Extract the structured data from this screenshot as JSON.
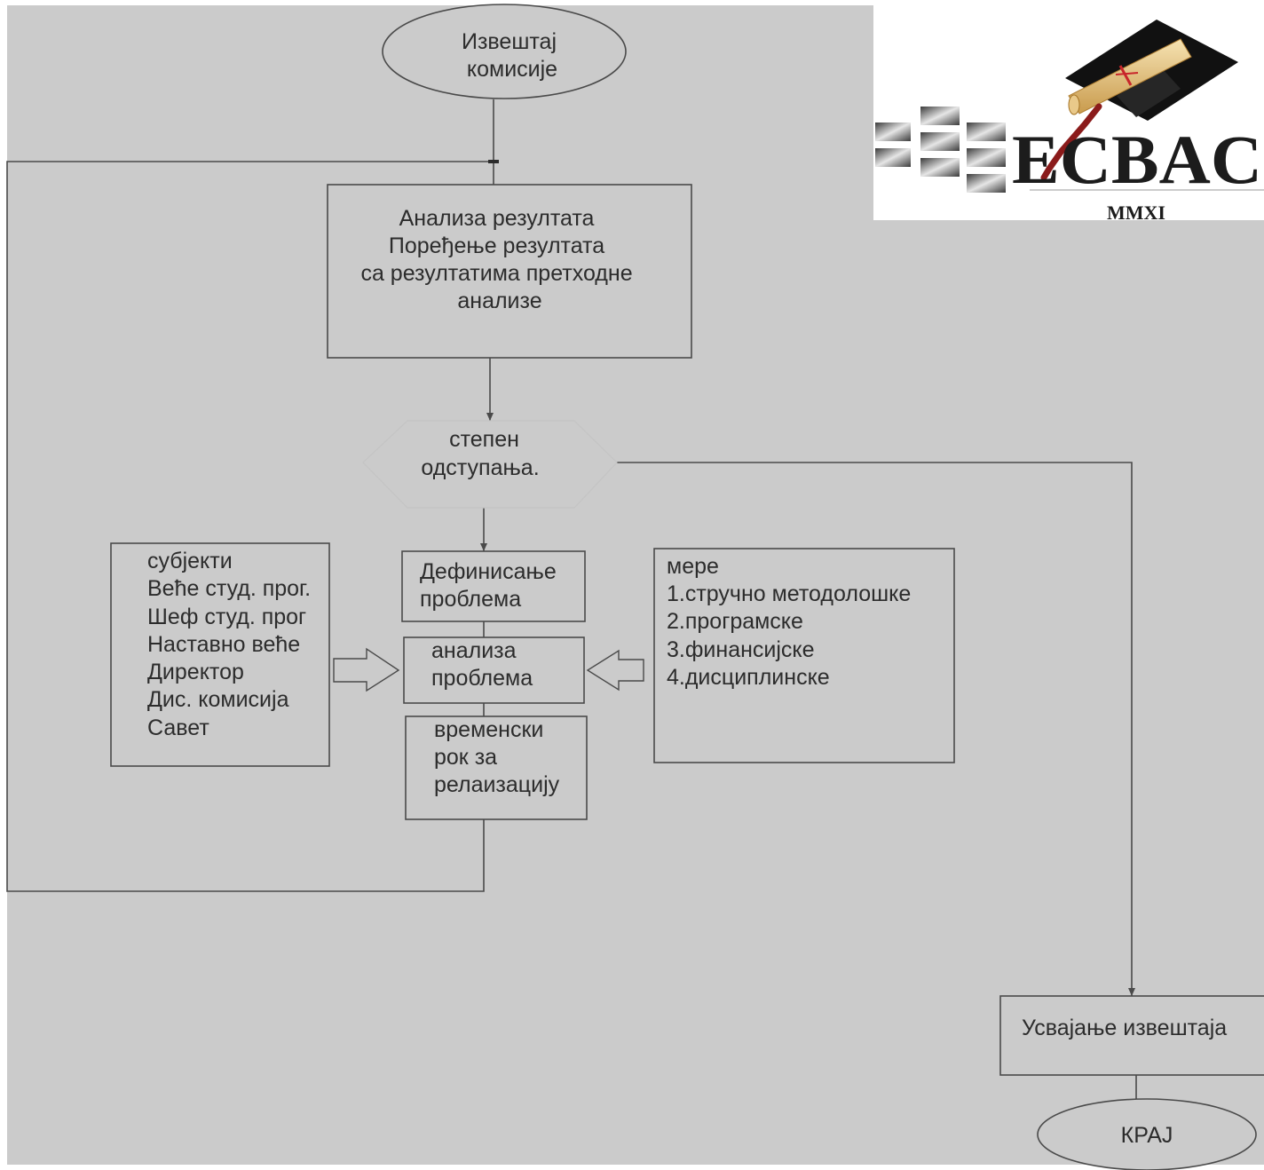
{
  "flowchart": {
    "start": [
      "Извештај",
      "комисије"
    ],
    "analysis": [
      "Анализа резултата",
      "Поређење резултата",
      "са резултатима претходне",
      "анализе"
    ],
    "decision": [
      "степен",
      "одступања."
    ],
    "define_problem": [
      "Дефинисање",
      "проблема"
    ],
    "analyze_problem": [
      "анализа",
      "проблема"
    ],
    "deadline": [
      "временски",
      "рок за",
      "релаизацију"
    ],
    "subjects": [
      "субјекти",
      "Веће студ. прог.",
      "Шеф студ. прог",
      "Наставно веће",
      "Директор",
      "Дис. комисија",
      "Савет"
    ],
    "measures": [
      "мере",
      "1.стручно методолошке",
      "2.програмске",
      "3.финансијске",
      "4.дисциплинске"
    ],
    "adopt_report": [
      "Усвајање извештаја"
    ],
    "end": [
      "КРАЈ"
    ]
  },
  "logo": {
    "letters": "ECBAC",
    "subtitle": "MMXI"
  },
  "colors": {
    "background": "#cbcbcb",
    "stroke": "#4a4a4a",
    "text": "#2c2c2c"
  }
}
